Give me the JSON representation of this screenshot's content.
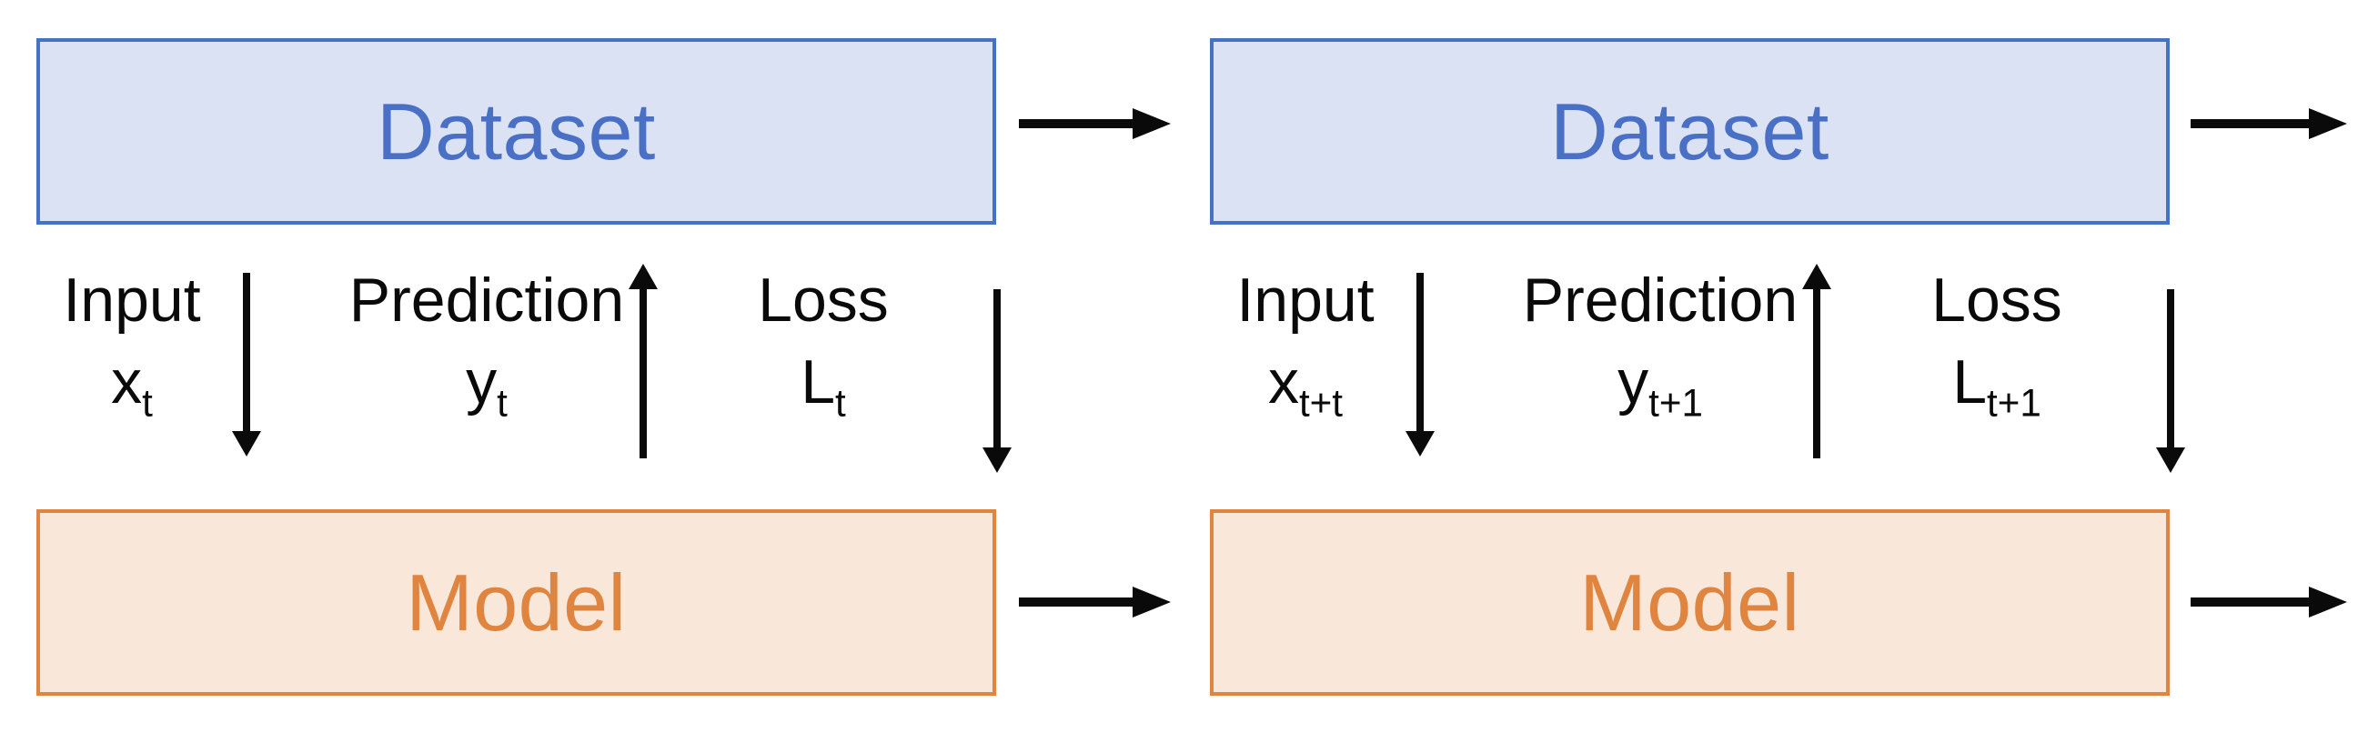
{
  "colors": {
    "dataset_fill": "#dbe2f4",
    "dataset_border": "#4472c4",
    "dataset_text": "#4a70c6",
    "model_fill": "#f9e7d9",
    "model_border": "#e08540",
    "model_text": "#e08540",
    "arrow": "#0a0a0a",
    "background": "#ffffff"
  },
  "units": [
    {
      "dataset_label": "Dataset",
      "model_label": "Model",
      "flows": [
        {
          "label": "Input",
          "base": "x",
          "sub": "t",
          "direction": "down"
        },
        {
          "label": "Prediction",
          "base": "y",
          "sub": "t",
          "direction": "up"
        },
        {
          "label": "Loss",
          "base": "L",
          "sub": "t",
          "direction": "down"
        }
      ]
    },
    {
      "dataset_label": "Dataset",
      "model_label": "Model",
      "flows": [
        {
          "label": "Input",
          "base": "x",
          "sub": "t+t",
          "direction": "down"
        },
        {
          "label": "Prediction",
          "base": "y",
          "sub": "t+1",
          "direction": "up"
        },
        {
          "label": "Loss",
          "base": "L",
          "sub": "t+1",
          "direction": "down"
        }
      ]
    }
  ]
}
